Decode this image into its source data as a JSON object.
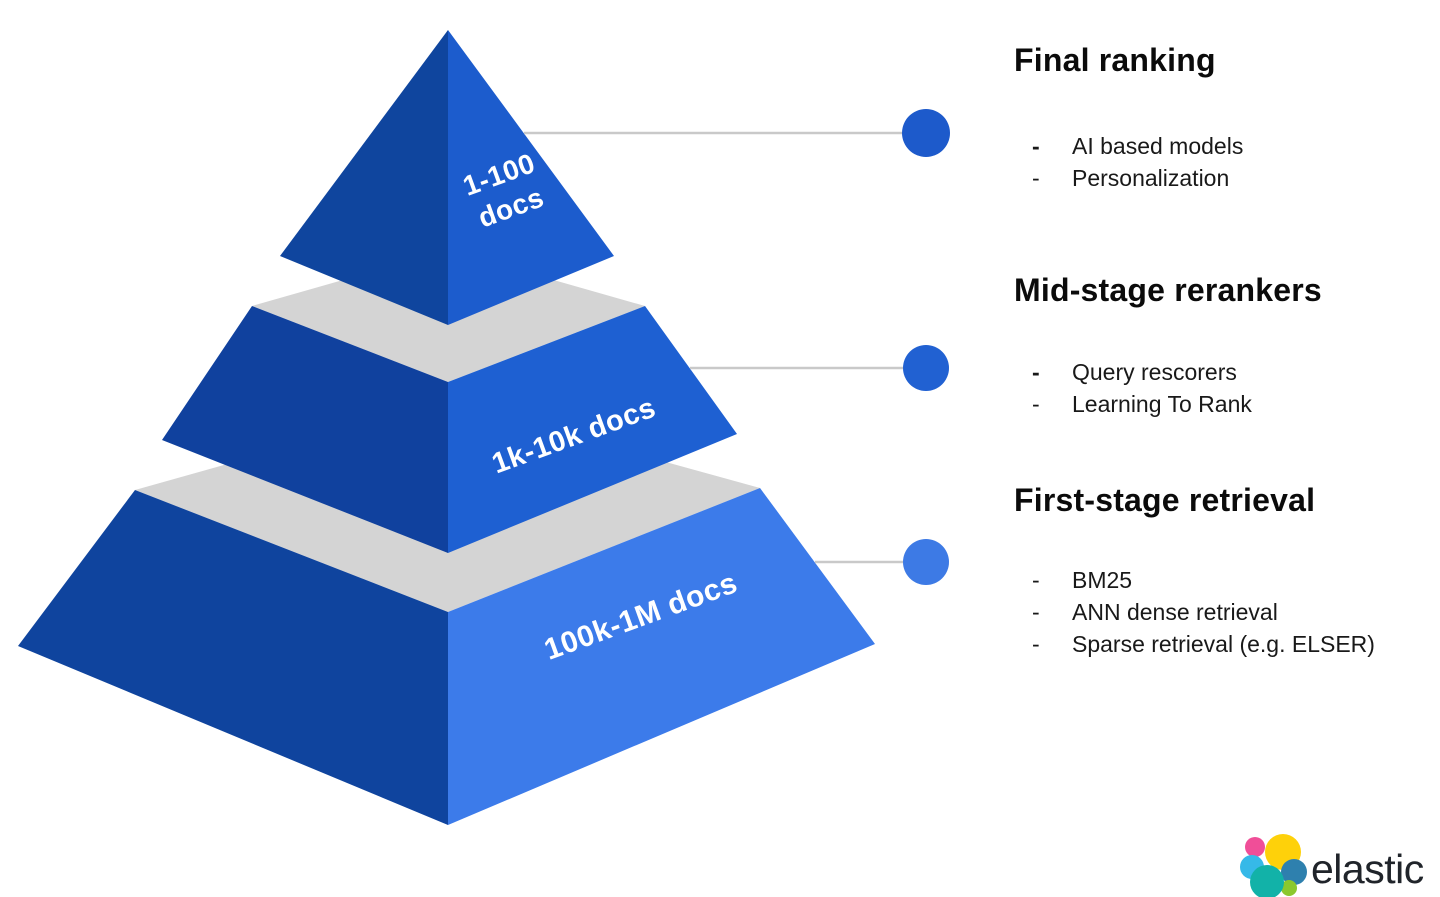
{
  "pyramid": {
    "tiers": [
      {
        "id": "top",
        "label": "1-100 docs"
      },
      {
        "id": "middle",
        "label": "1k-10k docs"
      },
      {
        "id": "bottom",
        "label": "100k-1M docs"
      }
    ]
  },
  "sections": [
    {
      "heading": "Final ranking",
      "items": [
        "AI based models",
        "Personalization"
      ]
    },
    {
      "heading": "Mid-stage rerankers",
      "items": [
        "Query rescorers",
        "Learning To Rank"
      ]
    },
    {
      "heading": "First-stage retrieval",
      "items": [
        "BM25",
        "ANN dense retrieval",
        "Sparse retrieval (e.g. ELSER)"
      ]
    }
  ],
  "bullet": "-",
  "logo": {
    "text": "elastic"
  },
  "colors": {
    "tier_top_left": "#0f459e",
    "tier_top_right": "#1c5ccd",
    "tier_mid_left": "#10419e",
    "tier_mid_right": "#1e60d2",
    "tier_bottom_left": "#0f449e",
    "tier_bottom_right": "#3c7bea",
    "platform_gray": "#d4d4d4",
    "connector_line": "#c9c9c9",
    "dot_top": "#1d5acb",
    "dot_mid": "#2161d2",
    "dot_bottom": "#3d7ae5",
    "logo_yellow": "#fed10a",
    "logo_pink": "#f04e98",
    "logo_sky": "#36b9e8",
    "logo_teal": "#12b2a8",
    "logo_blue": "#2e80ae",
    "logo_green": "#8bc82e"
  }
}
